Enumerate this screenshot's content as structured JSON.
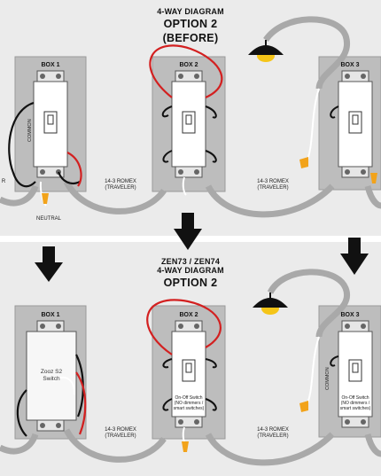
{
  "before": {
    "heading_small": "4-WAY DIAGRAM",
    "heading_large_1": "OPTION 2",
    "heading_large_2": "(BEFORE)",
    "box1": "BOX 1",
    "box2": "BOX 2",
    "box3": "BOX 3",
    "common": "COMMON",
    "neutral": "NEUTRAL",
    "romex1": "14-3 ROMEX\n(TRAVELER)",
    "romex2": "14-3 ROMEX\n(TRAVELER)",
    "edge_r": "R"
  },
  "after": {
    "heading_small_1": "ZEN73 / ZEN74",
    "heading_small_2": "4-WAY DIAGRAM",
    "heading_large": "OPTION 2",
    "box1": "BOX 1",
    "box2": "BOX 2",
    "box3": "BOX 3",
    "zooz_label": "Zooz S2\nSwitch",
    "onoff_note": "On-Off Switch\n(NO dimmers /\nsmart switches)",
    "onoff_note_3": "On-Off Switch\n(NO dimmers /\nsmart switches)",
    "common": "COMMON",
    "romex1": "14-3 ROMEX\n(TRAVELER)",
    "romex2": "14-3 ROMEX\n(TRAVELER)"
  },
  "colors": {
    "background": "#ebebeb",
    "box": "#bdbdbd",
    "cable": "#a9a9a9",
    "red_wire": "#d32020",
    "black_wire": "#111111",
    "white_wire": "#ffffff",
    "wirenut": "#f2a31b",
    "lamp_glow": "#f5c518",
    "divider": "#ffffff"
  }
}
